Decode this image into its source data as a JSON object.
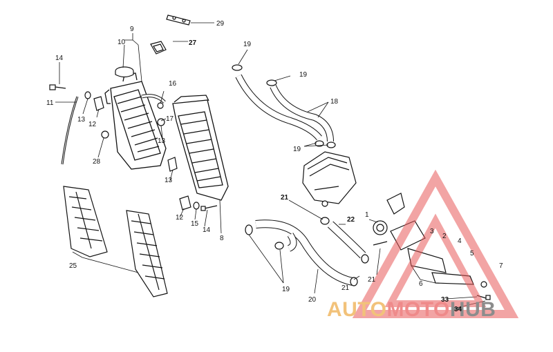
{
  "callouts": [
    {
      "id": "c1",
      "text": "1",
      "bold": false
    },
    {
      "id": "c2",
      "text": "2",
      "bold": false
    },
    {
      "id": "c3",
      "text": "3",
      "bold": false
    },
    {
      "id": "c4",
      "text": "4",
      "bold": false
    },
    {
      "id": "c5",
      "text": "5",
      "bold": false
    },
    {
      "id": "c6",
      "text": "6",
      "bold": false
    },
    {
      "id": "c7",
      "text": "7",
      "bold": false
    },
    {
      "id": "c8",
      "text": "8",
      "bold": false
    },
    {
      "id": "c9",
      "text": "9",
      "bold": false
    },
    {
      "id": "c10",
      "text": "10",
      "bold": false
    },
    {
      "id": "c11",
      "text": "11",
      "bold": false
    },
    {
      "id": "c12a",
      "text": "12",
      "bold": false
    },
    {
      "id": "c12b",
      "text": "12",
      "bold": false
    },
    {
      "id": "c13a",
      "text": "13",
      "bold": false
    },
    {
      "id": "c13b",
      "text": "13",
      "bold": false
    },
    {
      "id": "c13c",
      "text": "13",
      "bold": false
    },
    {
      "id": "c14a",
      "text": "14",
      "bold": false
    },
    {
      "id": "c14b",
      "text": "14",
      "bold": false
    },
    {
      "id": "c15",
      "text": "15",
      "bold": false
    },
    {
      "id": "c16",
      "text": "16",
      "bold": false
    },
    {
      "id": "c17",
      "text": "17",
      "bold": false
    },
    {
      "id": "c18",
      "text": "18",
      "bold": false
    },
    {
      "id": "c19a",
      "text": "19",
      "bold": false
    },
    {
      "id": "c19b",
      "text": "19",
      "bold": false
    },
    {
      "id": "c19c",
      "text": "19",
      "bold": false
    },
    {
      "id": "c19d",
      "text": "19",
      "bold": false
    },
    {
      "id": "c20",
      "text": "20",
      "bold": false
    },
    {
      "id": "c21a",
      "text": "21",
      "bold": true
    },
    {
      "id": "c21b",
      "text": "21",
      "bold": false
    },
    {
      "id": "c21c",
      "text": "21",
      "bold": false
    },
    {
      "id": "c22",
      "text": "22",
      "bold": true
    },
    {
      "id": "c25",
      "text": "25",
      "bold": false
    },
    {
      "id": "c27",
      "text": "27",
      "bold": true
    },
    {
      "id": "c28",
      "text": "28",
      "bold": false
    },
    {
      "id": "c29",
      "text": "29",
      "bold": false
    },
    {
      "id": "c33",
      "text": "33",
      "bold": true
    },
    {
      "id": "c34",
      "text": "34",
      "bold": true
    }
  ],
  "watermark": {
    "part1": "AUTO",
    "part2": "MOTO",
    "part3": "HUB",
    "colors": {
      "auto": "#f2c27a",
      "moto": "#ef8a8a",
      "hub": "#8c8c8c",
      "triangle": "#e85a5a"
    }
  }
}
